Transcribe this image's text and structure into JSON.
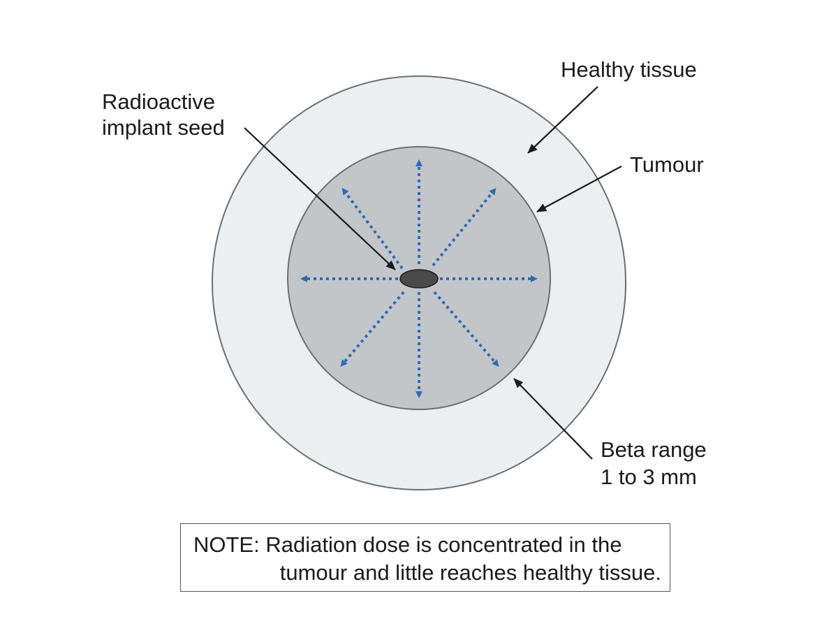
{
  "labels": {
    "healthy_tissue": "Healthy tissue",
    "seed_line1": "Radioactive",
    "seed_line2": "implant seed",
    "tumour": "Tumour",
    "beta_line1": "Beta range",
    "beta_line2": "1 to 3 mm"
  },
  "note": {
    "line1": "NOTE: Radiation dose is concentrated in the",
    "line2": "tumour and little reaches healthy tissue."
  },
  "colors": {
    "healthy_tissue_fill": "#eceff1",
    "tumour_fill": "#c3c6c9",
    "seed_fill": "#4a4a4a",
    "beta_ray": "#2e6ab8",
    "outline": "#6e6e6e",
    "leader_line": "#1a1a1a"
  },
  "icons": {
    "seed": "seed-ellipse-icon",
    "ray": "dotted-arrow-icon"
  }
}
